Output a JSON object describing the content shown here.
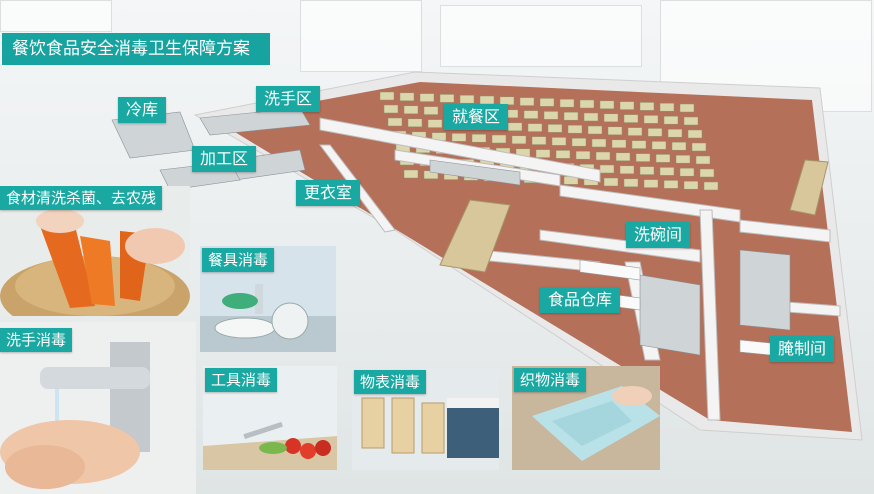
{
  "title": "餐饮食品安全消毒卫生保障方案",
  "labels": {
    "cold_storage": "冷库",
    "handwash_area": "洗手区",
    "dining_area": "就餐区",
    "processing_area": "加工区",
    "changing_room": "更衣室",
    "dishwash_room": "洗碗间",
    "food_warehouse": "食品仓库",
    "pickling_room": "腌制间"
  },
  "photos": {
    "ingredient_wash": "食材清洗杀菌、去农残",
    "tableware": "餐具消毒",
    "handwash": "洗手消毒",
    "tool": "工具消毒",
    "surface": "物表消毒",
    "fabric": "织物消毒"
  },
  "colors": {
    "accent": "#1aa8a2",
    "floor": "#b06a55",
    "wall": "#f2f2f2"
  }
}
